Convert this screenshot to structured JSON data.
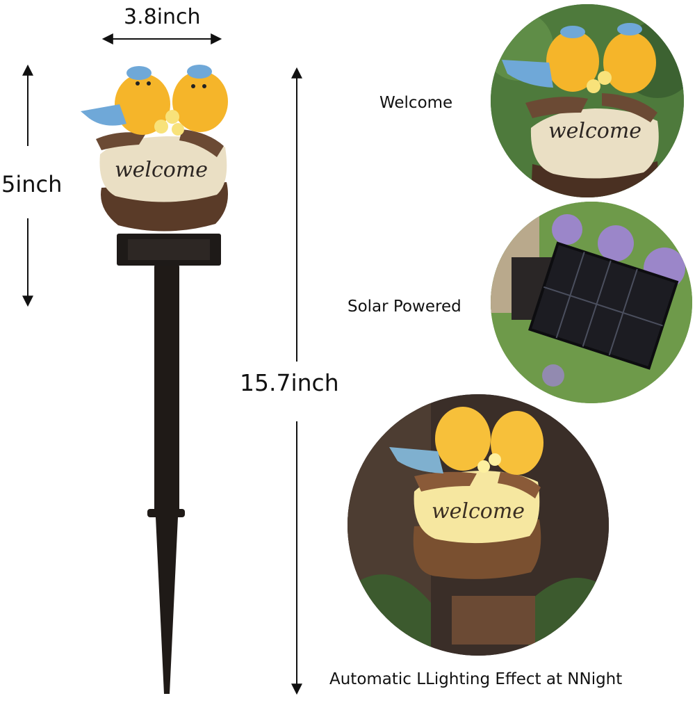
{
  "dimensions": {
    "width_label": "3.8inch",
    "head_height_label": "5inch",
    "total_height_label": "15.7inch"
  },
  "features": [
    {
      "label": "Welcome"
    },
    {
      "label": "Solar Powered"
    },
    {
      "label": "Automatic LLighting Effect at NNight"
    }
  ],
  "product": {
    "sign_text": "welcome",
    "colors": {
      "bird_body": "#f5b52a",
      "bird_wing": "#6fa8d8",
      "flower": "#f8e27a",
      "stone_light": "#eadfc4",
      "stone_dark": "#5a3b28",
      "stake": "#1f1a17",
      "foliage": "#3f6b34",
      "lavender": "#9b86c9"
    }
  }
}
